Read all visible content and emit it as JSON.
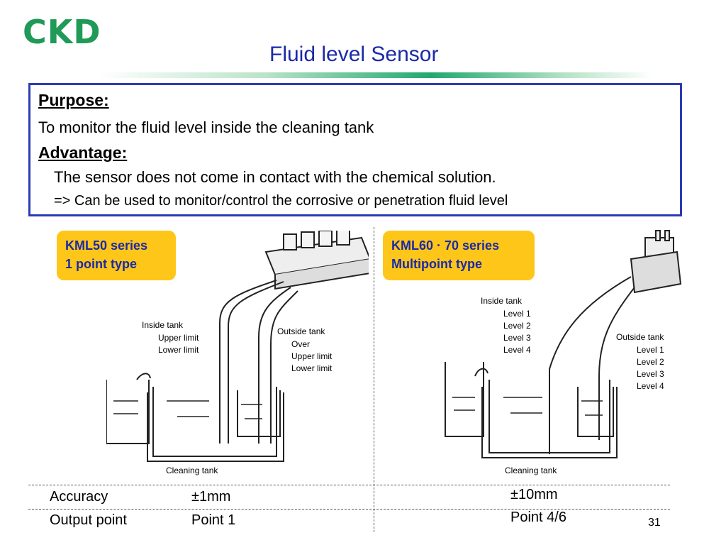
{
  "header": {
    "logo": "CKD",
    "title": "Fluid level Sensor"
  },
  "purpose_box": {
    "purpose_heading": "Purpose:",
    "purpose_text": "To monitor the fluid level inside the cleaning tank",
    "advantage_heading": "Advantage:",
    "advantage_text": "The sensor does not come in contact with the chemical solution.",
    "advantage_note": "=> Can be used to monitor/control the corrosive or penetration fluid level"
  },
  "left_panel": {
    "badge_line1": "KML50 series",
    "badge_line2": "1 point type",
    "inside_tank": "Inside tank",
    "inside_levels": [
      "Upper limit",
      "Lower limit"
    ],
    "outside_tank": "Outside tank",
    "outside_levels": [
      "Over",
      "Upper limit",
      "Lower limit"
    ],
    "tank_caption": "Cleaning tank"
  },
  "right_panel": {
    "badge_line1": "KML60 · 70 series",
    "badge_line2": "Multipoint type",
    "inside_tank": "Inside tank",
    "inside_levels": [
      "Level 1",
      "Level 2",
      "Level 3",
      "Level 4"
    ],
    "outside_tank": "Outside tank",
    "outside_levels": [
      "Level 1",
      "Level 2",
      "Level 3",
      "Level 4"
    ],
    "tank_caption": "Cleaning tank"
  },
  "specs": {
    "rows": [
      {
        "label": "Accuracy",
        "left_value": "±1mm",
        "right_value": "±10mm"
      },
      {
        "label": "Output point",
        "left_value": "Point 1",
        "right_value": "Point 4/6"
      }
    ]
  },
  "footer": {
    "page_number": "31"
  },
  "colors": {
    "logo": "#1f9a57",
    "title": "#1a2aa8",
    "box_border": "#2b3bb5",
    "badge": "#ffc61a"
  }
}
